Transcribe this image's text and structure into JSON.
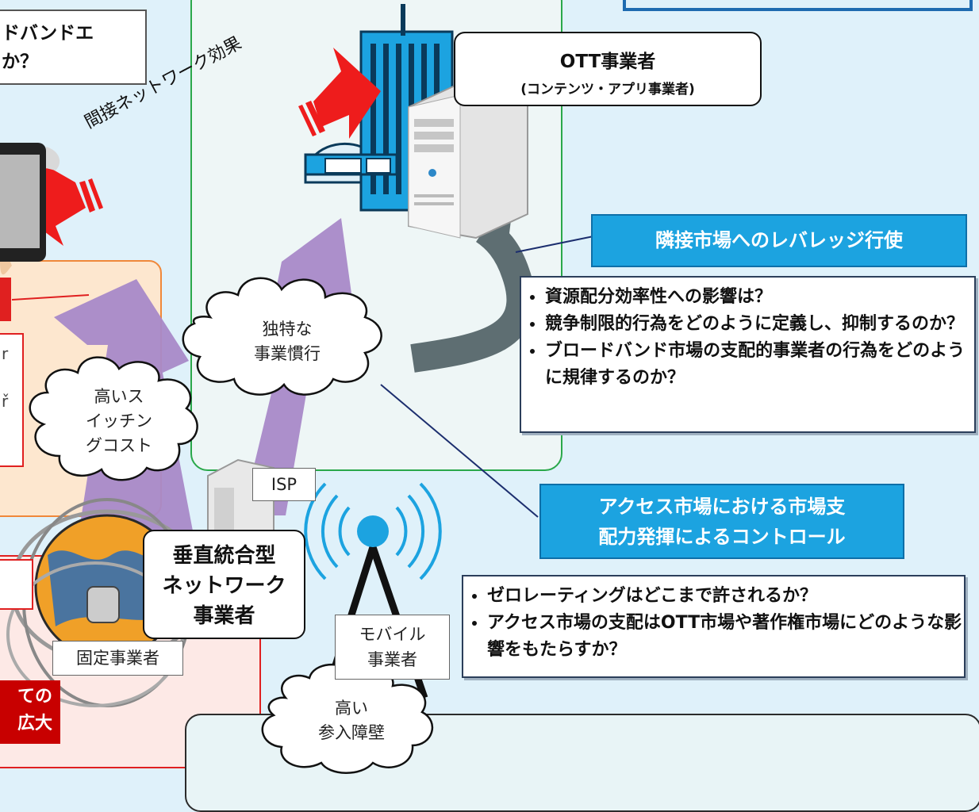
{
  "question_box": {
    "line1": "ドバンドエ",
    "line2": "か？"
  },
  "ott": {
    "title": "OTT事業者",
    "subtitle": "(コンテンツ・アプリ事業者)"
  },
  "indirect_network_effect": "間接ネットワーク効果",
  "leverage_label": "隣接市場へのレバレッジ行使",
  "leverage_questions": [
    "資源配分効率性への影響は？",
    "競争制限的行為をどのように定義し、抑制するのか？",
    "ブロードバンド市場の支配的事業者の行為をどのように規律するのか？"
  ],
  "access_control_label": {
    "line1": "アクセス市場における市場支",
    "line2": "配力発揮によるコントロール"
  },
  "access_questions": [
    "ゼロレーティングはどこまで許されるか？",
    "アクセス市場の支配はOTT市場や著作権市場にどのような影響をもたらすか？"
  ],
  "clouds": {
    "unique_practice": {
      "line1": "独特な",
      "line2": "事業慣行"
    },
    "switching_cost": {
      "line1": "高いス",
      "line2": "イッチン",
      "line3": "グコスト"
    },
    "entry_barrier": {
      "line1": "高い",
      "line2": "参入障壁"
    }
  },
  "isp_label": "ISP",
  "vertical_operator": {
    "line1": "垂直統合型",
    "line2": "ネットワーク",
    "line3": "事業者"
  },
  "fixed_operator": "固定事業者",
  "mobile_operator": {
    "line1": "モバイル",
    "line2": "事業者"
  },
  "left_edge_fragments": {
    "frag1": "r",
    "frag2": "ř"
  },
  "red_tag": {
    "line1": "ての",
    "line2": "広大"
  },
  "colors": {
    "arrow_red": "#ee1c1c",
    "purple_arrow": "#a889c8",
    "blue_label": "#1ca3e0",
    "panel_green_border": "#2aa84a"
  }
}
